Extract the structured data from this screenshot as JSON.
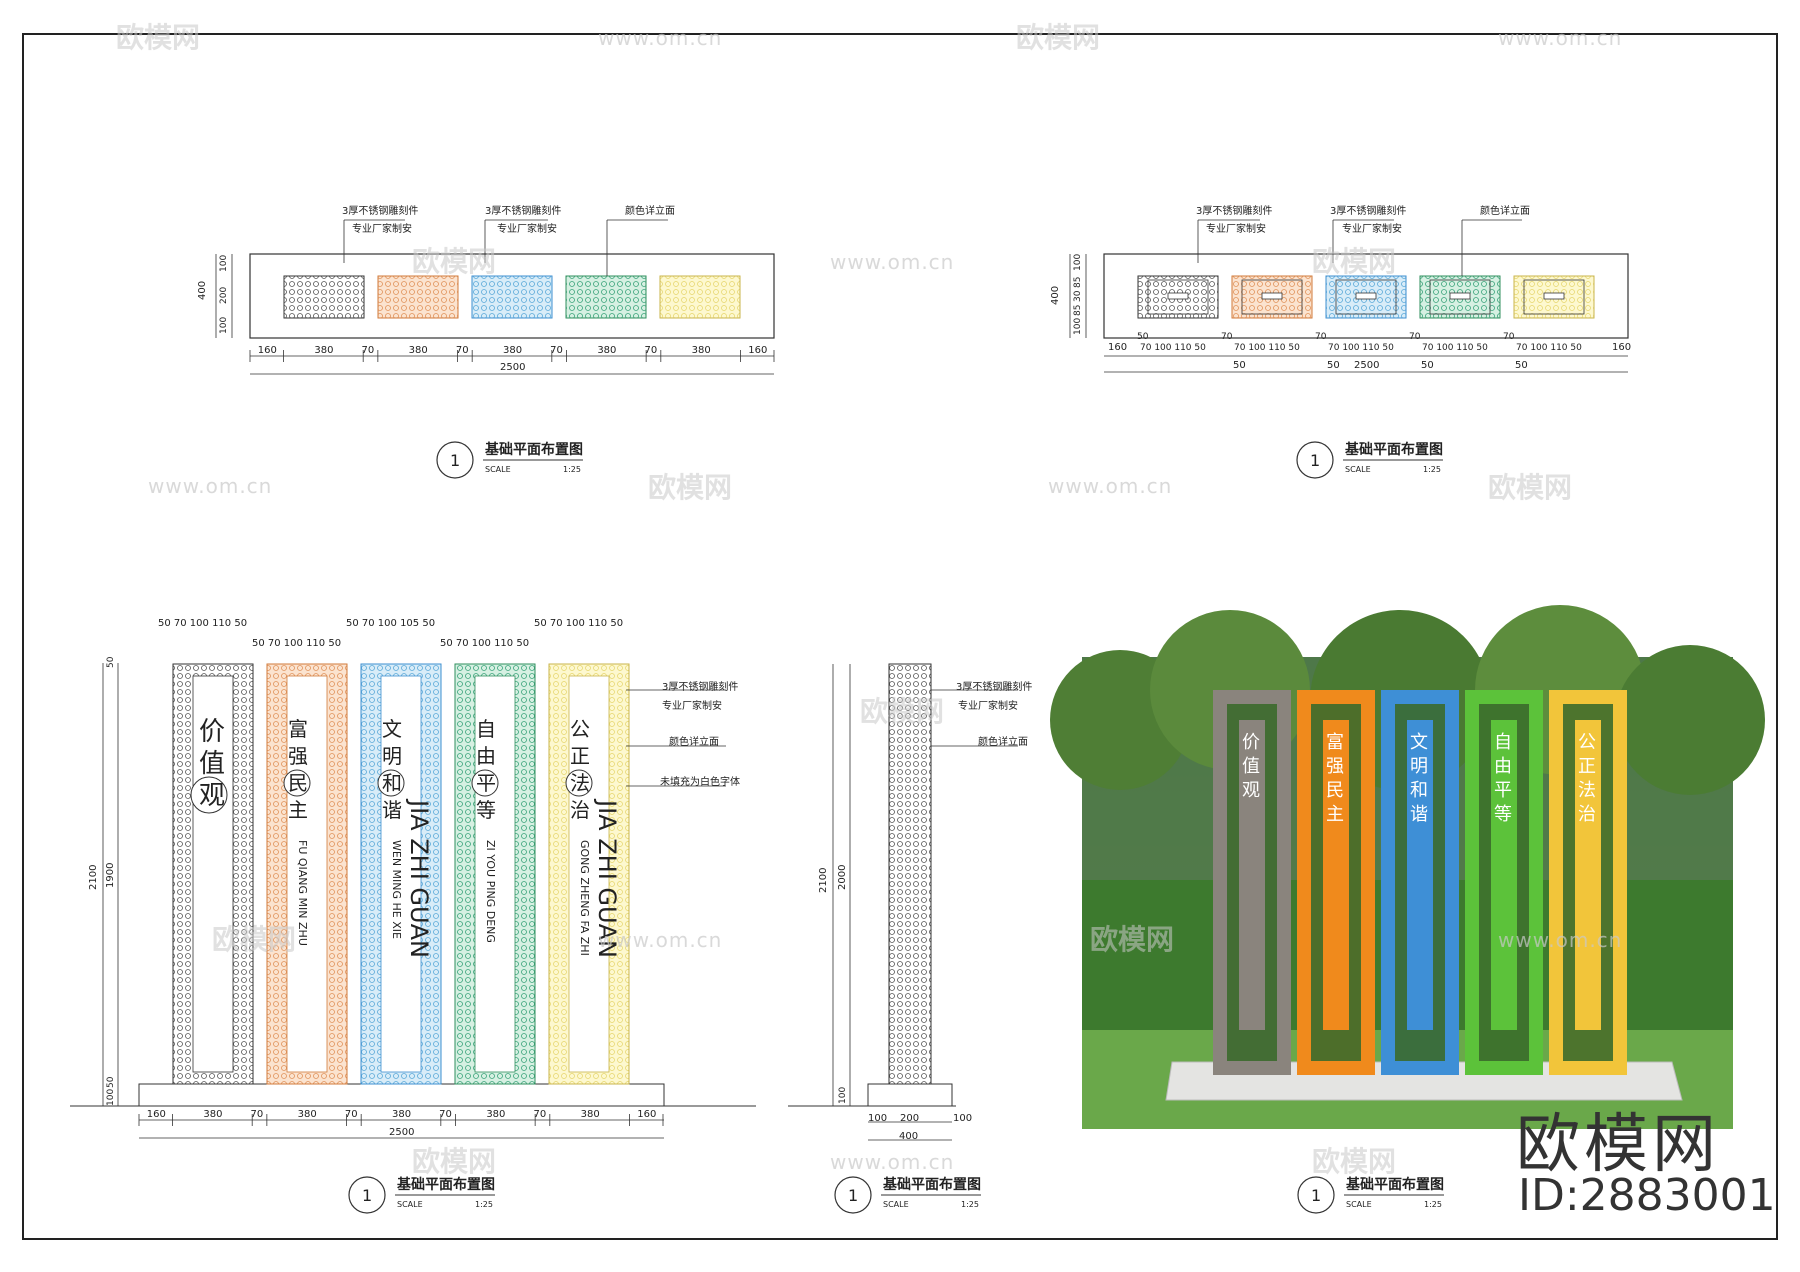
{
  "watermarks": {
    "brand_cn": "欧模网",
    "site": "www.om.cn"
  },
  "callouts": {
    "steel": "3厚不锈钢雕刻件",
    "factory": "专业厂家制安",
    "color_stand": "颜色详立面",
    "white_text": "未填充为白色字体"
  },
  "panel_plan_a": {
    "title": "基础平面布置图",
    "num": "1",
    "scale_label": "SCALE",
    "scale_value": "1:25",
    "dim_total": "2500",
    "dim_h_total": "400",
    "dim_h_parts": [
      "100",
      "200",
      "100"
    ],
    "dim_row": [
      "160",
      "380",
      "70",
      "380",
      "70",
      "380",
      "70",
      "380",
      "70",
      "380",
      "160"
    ]
  },
  "panel_plan_b": {
    "title": "基础平面布置图",
    "num": "1",
    "scale_label": "SCALE",
    "scale_value": "1:25",
    "dim_total": "2500",
    "dim_h_total": "400",
    "dim_h_parts": [
      "100",
      "85",
      "30",
      "85",
      "100"
    ],
    "dim_row_start": "160",
    "dim_row_end": "160",
    "dim_group": "70 100 110 50",
    "dim_gap_top": "70",
    "dim_first": "50",
    "dim_lower": "50"
  },
  "panel_elev_front": {
    "title": "基础平面布置图",
    "num": "1",
    "scale_label": "SCALE",
    "scale_value": "1:25",
    "dim_total": "2500",
    "dim_row": [
      "160",
      "380",
      "70",
      "380",
      "70",
      "380",
      "70",
      "380",
      "70",
      "380",
      "160"
    ],
    "dim_v_total": "2100",
    "dim_v_parts": [
      "50",
      "1900",
      "50",
      "100"
    ],
    "top_dims": [
      "50 70 100 110 50",
      "50 70 100 110 50",
      "50 70 100 105 50",
      "50 70 100 110 50",
      "50 70 100 110 50"
    ],
    "columns": [
      {
        "cn": "价值观",
        "py": ""
      },
      {
        "cn": "富强民主",
        "py": "FU QIANG MIN ZHU"
      },
      {
        "cn": "文明和谐",
        "py": "WEN MING HE XIE"
      },
      {
        "cn": "自由平等",
        "py": "ZI YOU PING DENG"
      },
      {
        "cn": "公正法治",
        "py": "GONG ZHENG FA ZHI"
      }
    ],
    "big_py": "JIA ZHI GUAN"
  },
  "panel_elev_side": {
    "title": "基础平面布置图",
    "num": "1",
    "scale_label": "SCALE",
    "scale_value": "1:25",
    "dim_v_total": "2100",
    "dim_v_main": "2000",
    "dim_v_base": "100",
    "dim_row": [
      "100",
      "200",
      "100"
    ],
    "dim_total": "400"
  },
  "panel_render": {
    "title": "基础平面布置图",
    "num": "1",
    "scale_label": "SCALE",
    "scale_value": "1:25"
  },
  "branding": {
    "name": "欧模网",
    "id": "ID:2883001"
  },
  "colors": {
    "gray": "#8a847d",
    "orange": "#f08a1c",
    "blue": "#3e8fd6",
    "green": "#5cc23a",
    "yellow": "#f2c53a"
  }
}
